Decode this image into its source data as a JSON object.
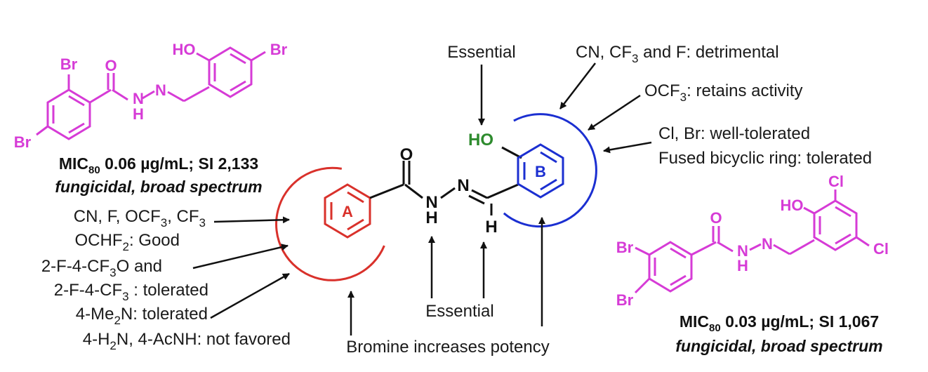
{
  "colors": {
    "ring_a": "#d9312b",
    "ring_b": "#1b2fd1",
    "hydroxyl": "#2e8b2e",
    "compound": "#d63bd6",
    "text": "#1a1a1a"
  },
  "ring_labels": {
    "a": "A",
    "b": "B"
  },
  "core": {
    "carbonyl_o": "O",
    "nh_n": "N",
    "nh_h": "H",
    "imine_n": "N",
    "imine_h": "H",
    "ho": "HO"
  },
  "compound_left": {
    "atoms": {
      "br_ortho": "Br",
      "br_para": "Br",
      "o": "O",
      "n1": "N",
      "h1": "H",
      "n2": "N",
      "ho": "HO",
      "br_right": "Br"
    },
    "mic_prefix": "MIC",
    "mic_sub": "80",
    "mic_value": " 0.06 µg/mL; SI 2,133",
    "note": "fungicidal, broad spectrum"
  },
  "compound_right": {
    "atoms": {
      "br1": "Br",
      "br2": "Br",
      "o": "O",
      "n1": "N",
      "h1": "H",
      "n2": "N",
      "ho": "HO",
      "cl1": "Cl",
      "cl2": "Cl"
    },
    "mic_prefix": "MIC",
    "mic_sub": "80",
    "mic_value": " 0.03 µg/mL; SI 1,067",
    "note": "fungicidal, broad spectrum"
  },
  "annotations": {
    "top_essential": "Essential",
    "b_line1": {
      "a": "CN, CF",
      "sub": "3",
      "b": " and F: detrimental"
    },
    "b_line2": {
      "a": "OCF",
      "sub": "3",
      "b": ": retains activity"
    },
    "b_line3": "Cl, Br: well-tolerated",
    "b_line4": "Fused bicyclic ring: tolerated",
    "a_line1": {
      "a": "CN, F, OCF",
      "sub1": "3",
      "b": ", CF",
      "sub2": "3"
    },
    "a_line2": {
      "a": "OCHF",
      "sub": "2",
      "b": ": Good"
    },
    "a_line3": {
      "a": "2-F-4-CF",
      "sub": "3",
      "b": "O and"
    },
    "a_line4": {
      "a": "2-F-4-CF",
      "sub": "3",
      "b": " : tolerated"
    },
    "a_line5": {
      "a": "4-Me",
      "sub": "2",
      "b": "N: tolerated"
    },
    "a_line6": {
      "a": "4-H",
      "sub": "2",
      "b": "N, 4-AcNH: not favored"
    },
    "bottom_essential": "Essential",
    "bromine": "Bromine increases potency"
  }
}
